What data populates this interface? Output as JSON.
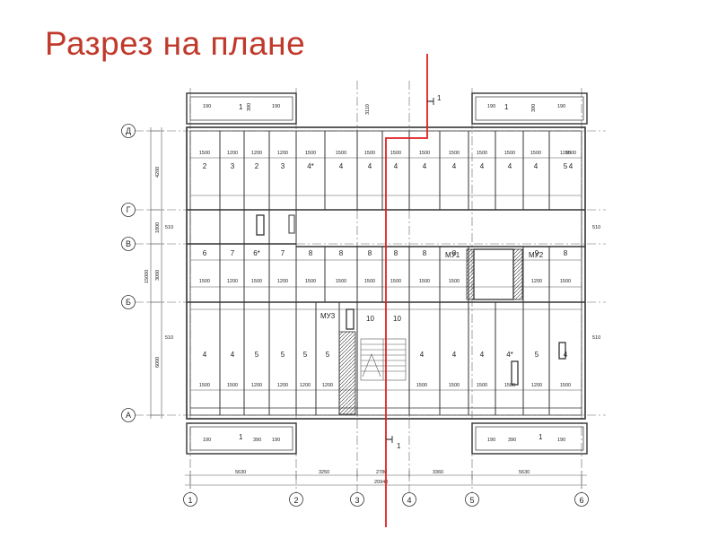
{
  "title": "Разрез на плане",
  "colors": {
    "title": "#c0392b",
    "section_line": "#e02020",
    "drawing": "#333333"
  },
  "axes": {
    "vertical": [
      "1",
      "2",
      "3",
      "4",
      "5",
      "6"
    ],
    "horizontal": [
      "Д",
      "Г",
      "В",
      "Б",
      "А"
    ]
  },
  "dimensions": {
    "bottom": [
      "5630",
      "3250",
      "2780",
      "3360",
      "5630"
    ],
    "overall": "20940",
    "left": [
      "4200",
      "1800",
      "3000",
      "15000",
      "6000"
    ],
    "side_marks": [
      "510",
      "510",
      "510",
      "510"
    ],
    "top_gap": "3110"
  },
  "section_mark": "1",
  "elements": {
    "mu1": "МУ1",
    "mu2": "МУ2",
    "mu3": "МУ3",
    "panel_4_star": "4*",
    "panel_6_star": "6*"
  },
  "balconies": {
    "top_left": [
      "190",
      "1",
      "390",
      "190"
    ],
    "top_right": [
      "190",
      "1",
      "390",
      "190"
    ],
    "bottom_left": [
      "190",
      "1",
      "390",
      "190"
    ],
    "bottom_right": [
      "190",
      "390",
      "1",
      "190"
    ]
  },
  "panel_rows": {
    "row_d_g": {
      "widths": [
        "1500",
        "1200",
        "1200",
        "1200",
        "1500",
        "1500",
        "1500",
        "1500",
        "1500",
        "1500",
        "1500",
        "1500",
        "1500",
        "1200",
        "1500"
      ],
      "marks": [
        "2",
        "3",
        "2",
        "3",
        "4*",
        "4",
        "4",
        "4",
        "4",
        "4",
        "4",
        "4",
        "4",
        "5",
        "4"
      ]
    },
    "row_v_b": {
      "widths": [
        "1500",
        "1200",
        "1500",
        "1200",
        "1500",
        "1500",
        "1500",
        "1500",
        "1500",
        "1500",
        "1200",
        "1500"
      ],
      "marks": [
        "6",
        "7",
        "6*",
        "7",
        "8",
        "8",
        "8",
        "8",
        "8",
        "8",
        "9",
        "8"
      ]
    },
    "row_b_a": {
      "widths": [
        "1500",
        "1500",
        "1200",
        "1200",
        "1200",
        "1200",
        "1500",
        "1500",
        "1500",
        "1500",
        "1200",
        "1500"
      ],
      "marks": [
        "4",
        "4",
        "5",
        "5",
        "5",
        "5",
        "4",
        "4",
        "4",
        "4*",
        "5",
        "4"
      ]
    },
    "stair_marks": [
      "10",
      "10"
    ]
  }
}
